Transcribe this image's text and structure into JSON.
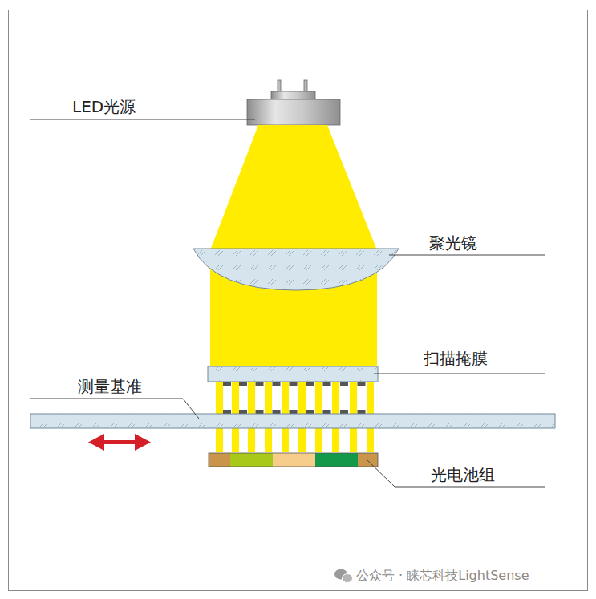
{
  "diagram": {
    "labels": [
      "LED光源",
      "聚光镜",
      "扫描掩膜",
      "测量基准",
      "光电池组",
      "公众号 · 睐芯科技LightSense"
    ]
  }
}
